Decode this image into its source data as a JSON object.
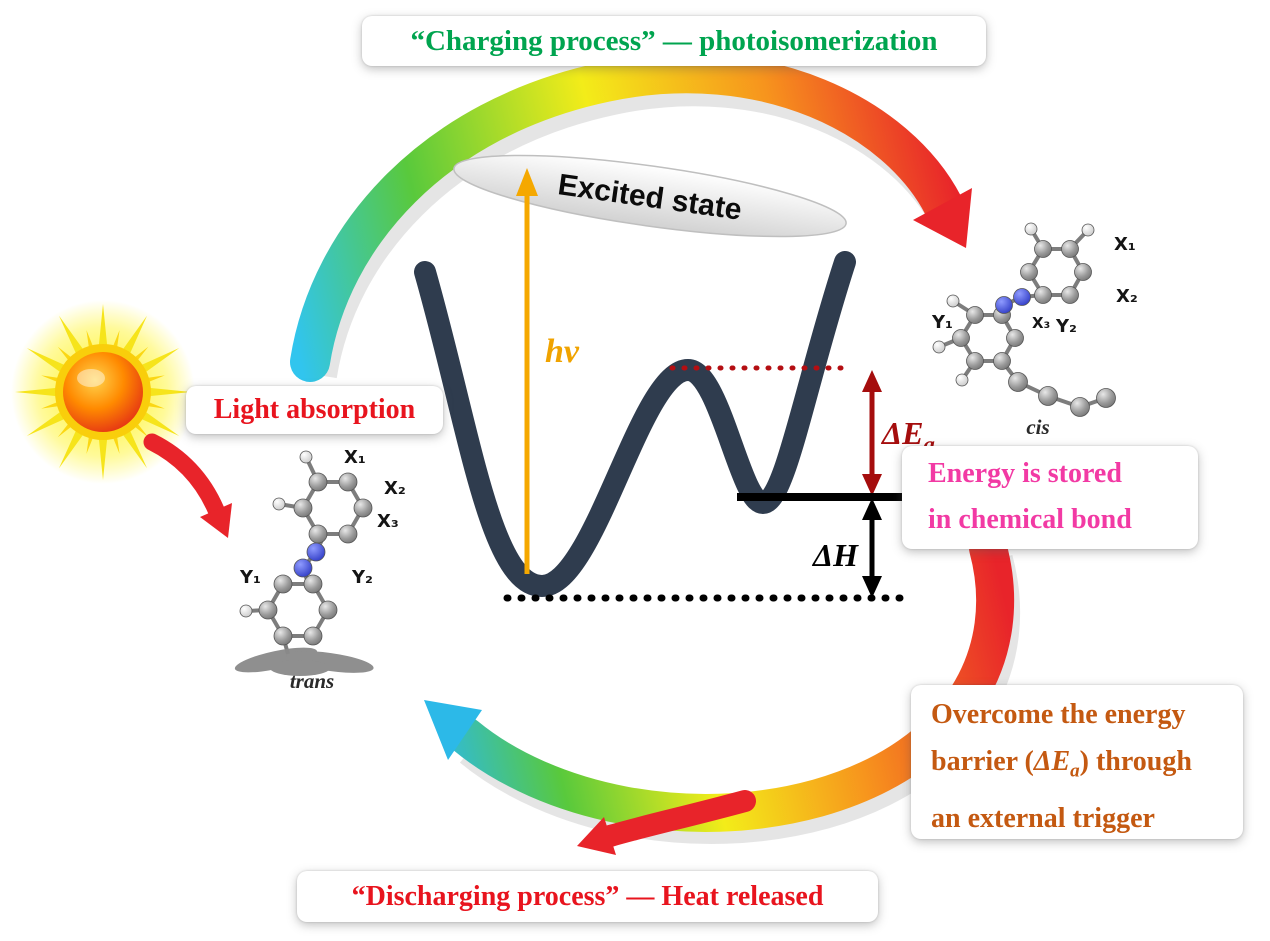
{
  "figure": {
    "banners": {
      "charging": "“Charging process” — photoisomerization",
      "discharging": "“Discharging process” — Heat released"
    },
    "callouts": {
      "light_absorption": "Light absorption",
      "energy_stored": {
        "line1": "Energy is stored",
        "line2": "in chemical bond"
      },
      "overcome": {
        "line1": "Overcome the energy",
        "line2_pre": "barrier (",
        "symbol": "ΔE",
        "subscript": "a",
        "line2_post": ") through",
        "line3": "an external trigger"
      }
    },
    "energy_diagram": {
      "excited_state": "Excited state",
      "photon_label": "hν",
      "activation": {
        "symbol": "ΔE",
        "subscript": "a"
      },
      "enthalpy": "ΔH"
    },
    "molecules": {
      "trans": {
        "name": "trans",
        "x1": "X₁",
        "x2": "X₂",
        "x3": "X₃",
        "y1": "Y₁",
        "y2": "Y₂"
      },
      "cis": {
        "name": "cis",
        "x1": "X₁",
        "x2": "X₂",
        "x3": "X₃",
        "y1": "Y₁",
        "y2": "Y₂"
      }
    },
    "icons": {
      "sun": "sun-icon"
    },
    "colors": {
      "charging_green": "#00a44f",
      "process_red": "#e8141e",
      "stored_magenta": "#f23aa4",
      "trigger_brown": "#c45911",
      "photon_gold": "#f0a300",
      "activation_dark_red": "#a50d0d",
      "curve_dark": "#2f3c4e"
    }
  }
}
